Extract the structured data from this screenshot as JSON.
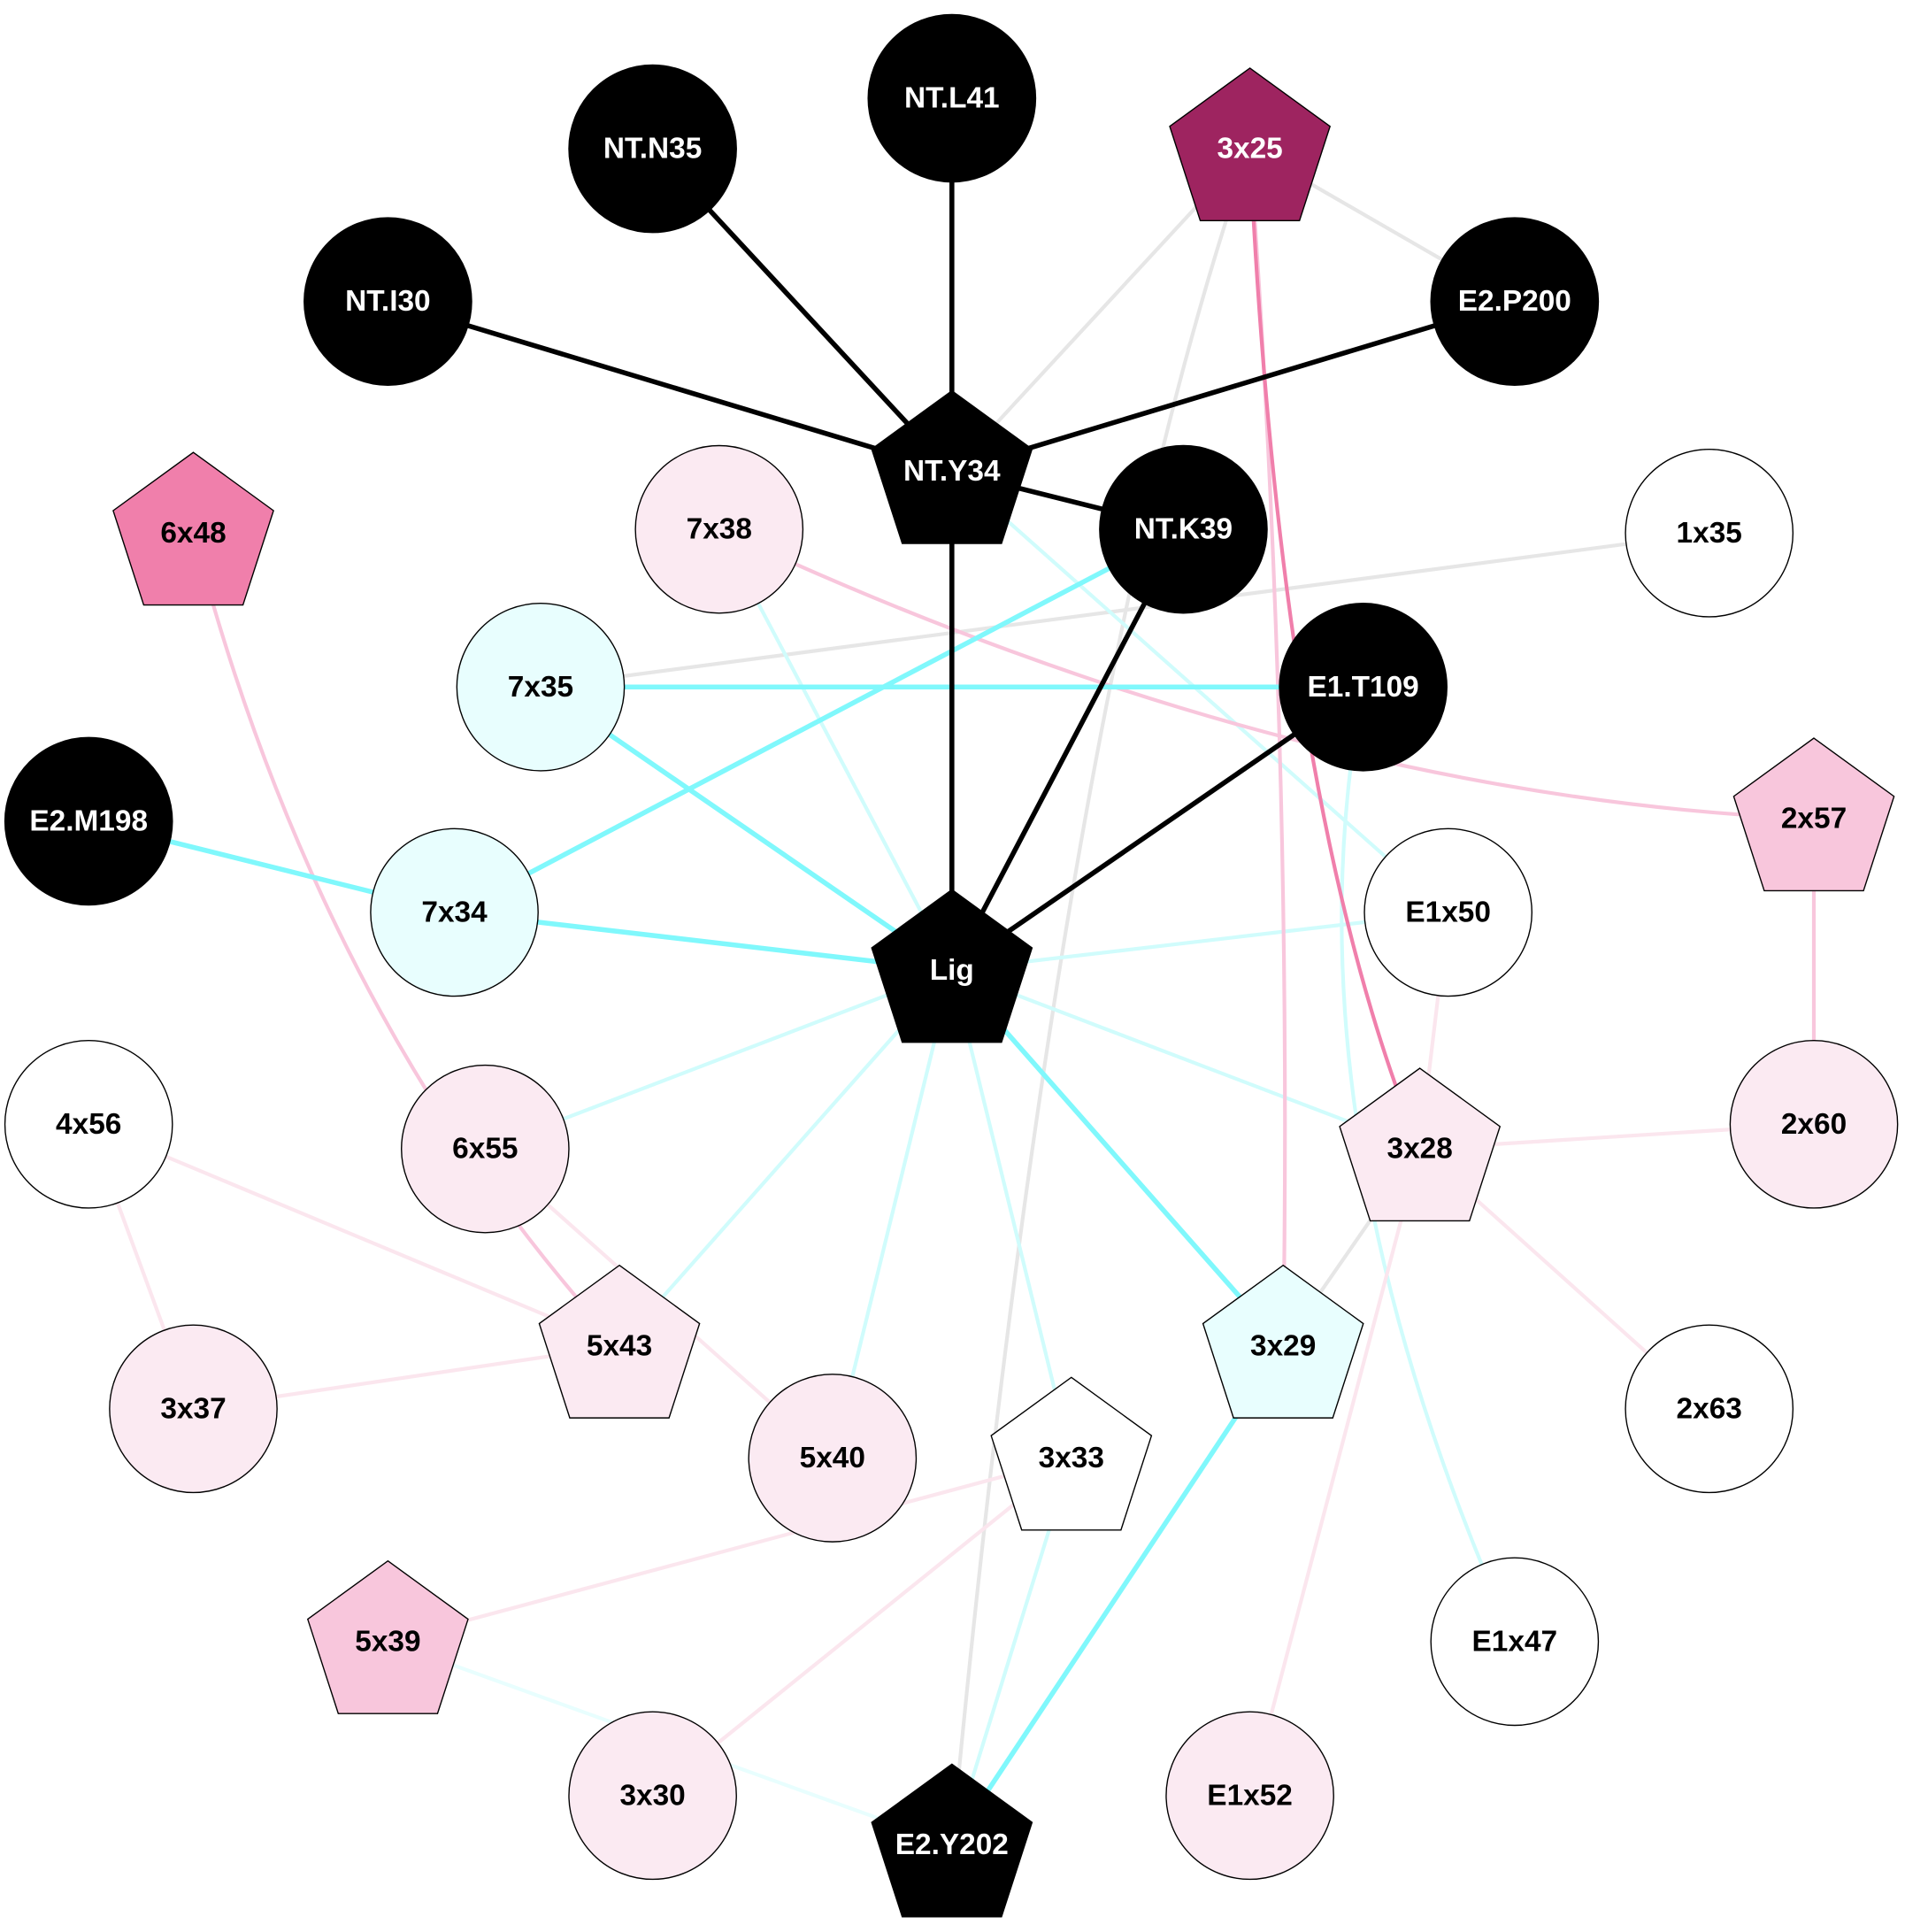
{
  "colors": {
    "black": "#000000",
    "gray": "#e6e6e6",
    "cyan_strong": "#80f8fc",
    "cyan_light": "#d0fcfc",
    "cyan_faint": "#e8fefe",
    "pink_strong": "#f07fab",
    "pink": "#f8c6dc",
    "pink_light": "#fbe6ee",
    "magenta": "#9e2460",
    "pale_pink_fill": "#fbeaf2",
    "pale_cyan_fill": "#e8fefe",
    "white": "#ffffff"
  },
  "nodes": [
    {
      "id": "NT.L41",
      "label": "NT.L41",
      "shape": "circle",
      "fill": "#000000",
      "text": "#ffffff"
    },
    {
      "id": "NT.N35",
      "label": "NT.N35",
      "shape": "circle",
      "fill": "#000000",
      "text": "#ffffff"
    },
    {
      "id": "3x25",
      "label": "3x25",
      "shape": "pentagon",
      "fill": "#9e2460",
      "text": "#ffffff"
    },
    {
      "id": "NT.I30",
      "label": "NT.I30",
      "shape": "circle",
      "fill": "#000000",
      "text": "#ffffff"
    },
    {
      "id": "E2.P200",
      "label": "E2.P200",
      "shape": "circle",
      "fill": "#000000",
      "text": "#ffffff"
    },
    {
      "id": "NT.Y34",
      "label": "NT.Y34",
      "shape": "pentagon",
      "fill": "#000000",
      "text": "#ffffff"
    },
    {
      "id": "6x48",
      "label": "6x48",
      "shape": "pentagon",
      "fill": "#f07fab",
      "text": "#000000"
    },
    {
      "id": "7x38",
      "label": "7x38",
      "shape": "circle",
      "fill": "#fbeaf2",
      "text": "#000000"
    },
    {
      "id": "NT.K39",
      "label": "NT.K39",
      "shape": "circle",
      "fill": "#000000",
      "text": "#ffffff"
    },
    {
      "id": "1x35",
      "label": "1x35",
      "shape": "circle",
      "fill": "#ffffff",
      "text": "#000000"
    },
    {
      "id": "7x35",
      "label": "7x35",
      "shape": "circle",
      "fill": "#e8fefe",
      "text": "#000000"
    },
    {
      "id": "E1.T109",
      "label": "E1.T109",
      "shape": "circle",
      "fill": "#000000",
      "text": "#ffffff"
    },
    {
      "id": "E2.M198",
      "label": "E2.M198",
      "shape": "circle",
      "fill": "#000000",
      "text": "#ffffff"
    },
    {
      "id": "2x57",
      "label": "2x57",
      "shape": "pentagon",
      "fill": "#f8c6dc",
      "text": "#000000"
    },
    {
      "id": "7x34",
      "label": "7x34",
      "shape": "circle",
      "fill": "#e8fefe",
      "text": "#000000"
    },
    {
      "id": "Lig",
      "label": "Lig",
      "shape": "pentagon",
      "fill": "#000000",
      "text": "#ffffff"
    },
    {
      "id": "E1x50",
      "label": "E1x50",
      "shape": "circle",
      "fill": "#ffffff",
      "text": "#000000"
    },
    {
      "id": "4x56",
      "label": "4x56",
      "shape": "circle",
      "fill": "#ffffff",
      "text": "#000000"
    },
    {
      "id": "6x55",
      "label": "6x55",
      "shape": "circle",
      "fill": "#fbeaf2",
      "text": "#000000"
    },
    {
      "id": "3x28",
      "label": "3x28",
      "shape": "pentagon",
      "fill": "#fbeaf2",
      "text": "#000000"
    },
    {
      "id": "2x60",
      "label": "2x60",
      "shape": "circle",
      "fill": "#fbeaf2",
      "text": "#000000"
    },
    {
      "id": "5x43",
      "label": "5x43",
      "shape": "pentagon",
      "fill": "#fbeaf2",
      "text": "#000000"
    },
    {
      "id": "3x29",
      "label": "3x29",
      "shape": "pentagon",
      "fill": "#e8fefe",
      "text": "#000000"
    },
    {
      "id": "3x37",
      "label": "3x37",
      "shape": "circle",
      "fill": "#fbeaf2",
      "text": "#000000"
    },
    {
      "id": "5x40",
      "label": "5x40",
      "shape": "circle",
      "fill": "#fbeaf2",
      "text": "#000000"
    },
    {
      "id": "3x33",
      "label": "3x33",
      "shape": "pentagon",
      "fill": "#ffffff",
      "text": "#000000"
    },
    {
      "id": "2x63",
      "label": "2x63",
      "shape": "circle",
      "fill": "#ffffff",
      "text": "#000000"
    },
    {
      "id": "5x39",
      "label": "5x39",
      "shape": "pentagon",
      "fill": "#f8c6dc",
      "text": "#000000"
    },
    {
      "id": "E1x47",
      "label": "E1x47",
      "shape": "circle",
      "fill": "#ffffff",
      "text": "#000000"
    },
    {
      "id": "3x30",
      "label": "3x30",
      "shape": "circle",
      "fill": "#fbeaf2",
      "text": "#000000"
    },
    {
      "id": "E1x52",
      "label": "E1x52",
      "shape": "circle",
      "fill": "#fbeaf2",
      "text": "#000000"
    },
    {
      "id": "E2.Y202",
      "label": "E2.Y202",
      "shape": "pentagon",
      "fill": "#000000",
      "text": "#ffffff"
    }
  ],
  "edges": [
    {
      "from": "3x25",
      "to": "NT.Y34",
      "color": "#e6e6e6",
      "weight": 3
    },
    {
      "from": "3x25",
      "to": "E2.P200",
      "color": "#e6e6e6",
      "weight": 3
    },
    {
      "from": "3x25",
      "to": "E2.Y202",
      "color": "#e6e6e6",
      "weight": 3
    },
    {
      "from": "1x35",
      "to": "7x35",
      "color": "#e6e6e6",
      "weight": 3
    },
    {
      "from": "3x28",
      "to": "3x29",
      "color": "#e6e6e6",
      "weight": 3
    },
    {
      "from": "NT.Y34",
      "to": "E1x50",
      "color": "#d0fcfc",
      "weight": 3
    },
    {
      "from": "7x38",
      "to": "Lig",
      "color": "#d0fcfc",
      "weight": 3
    },
    {
      "from": "Lig",
      "to": "E1x50",
      "color": "#d0fcfc",
      "weight": 3
    },
    {
      "from": "6x55",
      "to": "Lig",
      "color": "#d0fcfc",
      "weight": 3
    },
    {
      "from": "Lig",
      "to": "3x28",
      "color": "#d0fcfc",
      "weight": 3
    },
    {
      "from": "5x43",
      "to": "Lig",
      "color": "#d0fcfc",
      "weight": 3
    },
    {
      "from": "5x40",
      "to": "Lig",
      "color": "#d0fcfc",
      "weight": 3
    },
    {
      "from": "Lig",
      "to": "3x33",
      "color": "#d0fcfc",
      "weight": 3
    },
    {
      "from": "3x33",
      "to": "E2.Y202",
      "color": "#d0fcfc",
      "weight": 3
    },
    {
      "from": "E1.T109",
      "to": "E1x47",
      "color": "#d0fcfc",
      "weight": 3
    },
    {
      "from": "5x39",
      "to": "E2.Y202",
      "color": "#e8fefe",
      "weight": 3
    },
    {
      "from": "4x56",
      "to": "5x43",
      "color": "#fbe6ee",
      "weight": 3
    },
    {
      "from": "4x56",
      "to": "3x37",
      "color": "#fbe6ee",
      "weight": 3
    },
    {
      "from": "3x37",
      "to": "5x43",
      "color": "#fbe6ee",
      "weight": 3
    },
    {
      "from": "6x55",
      "to": "5x40",
      "color": "#fbe6ee",
      "weight": 3
    },
    {
      "from": "3x28",
      "to": "2x60",
      "color": "#fbe6ee",
      "weight": 3
    },
    {
      "from": "3x28",
      "to": "2x63",
      "color": "#fbe6ee",
      "weight": 3
    },
    {
      "from": "3x28",
      "to": "E1x52",
      "color": "#fbe6ee",
      "weight": 3
    },
    {
      "from": "E1x50",
      "to": "3x28",
      "color": "#fbe6ee",
      "weight": 3
    },
    {
      "from": "3x33",
      "to": "5x39",
      "color": "#fbe6ee",
      "weight": 3
    },
    {
      "from": "3x33",
      "to": "3x30",
      "color": "#fbe6ee",
      "weight": 3
    },
    {
      "from": "7x38",
      "to": "2x57",
      "color": "#f8c6dc",
      "weight": 3
    },
    {
      "from": "6x48",
      "to": "5x43",
      "color": "#f8c6dc",
      "weight": 3
    },
    {
      "from": "3x25",
      "to": "3x29",
      "color": "#f8c6dc",
      "weight": 3
    },
    {
      "from": "2x57",
      "to": "2x60",
      "color": "#f8c6dc",
      "weight": 3
    },
    {
      "from": "3x25",
      "to": "3x28",
      "color": "#f07fab",
      "weight": 3
    },
    {
      "from": "7x35",
      "to": "E1.T109",
      "color": "#80f8fc",
      "weight": 4
    },
    {
      "from": "NT.K39",
      "to": "7x34",
      "color": "#80f8fc",
      "weight": 4
    },
    {
      "from": "7x35",
      "to": "Lig",
      "color": "#80f8fc",
      "weight": 4
    },
    {
      "from": "E2.M198",
      "to": "7x34",
      "color": "#80f8fc",
      "weight": 4
    },
    {
      "from": "7x34",
      "to": "Lig",
      "color": "#80f8fc",
      "weight": 4
    },
    {
      "from": "Lig",
      "to": "3x29",
      "color": "#80f8fc",
      "weight": 4
    },
    {
      "from": "3x29",
      "to": "E2.Y202",
      "color": "#80f8fc",
      "weight": 4
    },
    {
      "from": "NT.L41",
      "to": "NT.Y34",
      "color": "#000000",
      "weight": 4
    },
    {
      "from": "NT.N35",
      "to": "NT.Y34",
      "color": "#000000",
      "weight": 4
    },
    {
      "from": "NT.I30",
      "to": "NT.Y34",
      "color": "#000000",
      "weight": 4
    },
    {
      "from": "E2.P200",
      "to": "NT.Y34",
      "color": "#000000",
      "weight": 4
    },
    {
      "from": "NT.Y34",
      "to": "NT.K39",
      "color": "#000000",
      "weight": 4
    },
    {
      "from": "NT.Y34",
      "to": "Lig",
      "color": "#000000",
      "weight": 4
    },
    {
      "from": "NT.K39",
      "to": "Lig",
      "color": "#000000",
      "weight": 4
    },
    {
      "from": "E1.T109",
      "to": "Lig",
      "color": "#000000",
      "weight": 4
    }
  ]
}
